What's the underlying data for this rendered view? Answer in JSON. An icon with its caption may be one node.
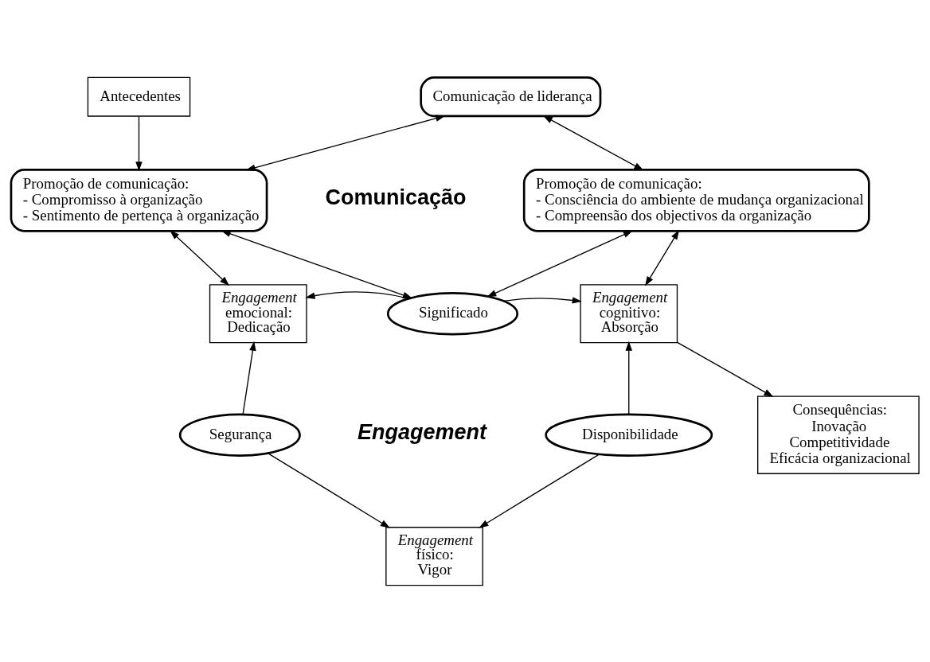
{
  "diagram": {
    "nodes": [
      {
        "text": [
          "Antecedentes"
        ]
      },
      {
        "text": [
          "Comunicação de liderança"
        ]
      },
      {
        "text": [
          "Promoção de comunicação:",
          "- Compromisso à organização",
          "- Sentimento de pertença à organização"
        ]
      },
      {
        "text": [
          "Promoção de comunicação:",
          "- Consciência do ambiente de mudança organizacional",
          "- Compreensão dos objectivos da organização"
        ]
      },
      {
        "text": [
          "*Engagement* emocional: Dedicação"
        ]
      },
      {
        "text": [
          "Significado"
        ]
      },
      {
        "text": [
          "*Engagement* cognitivo: Absorção"
        ]
      },
      {
        "text": [
          "Consequências:",
          "Inovação",
          "Competitividade",
          "Eficácia organizacional"
        ]
      },
      {
        "text": [
          "Segurança"
        ]
      },
      {
        "text": [
          "Disponibilidade"
        ]
      },
      {
        "text": [
          "*Engagement* físico: Vigor"
        ]
      }
    ],
    "edges": [
      {
        "from": 0,
        "to": 2,
        "arrow": "to"
      },
      {
        "from": 2,
        "to": 1,
        "arrow": "both"
      },
      {
        "from": 1,
        "to": 3,
        "arrow": "both"
      },
      {
        "from": 2,
        "to": 4,
        "arrow": "both"
      },
      {
        "from": 2,
        "to": 5,
        "arrow": "both"
      },
      {
        "from": 3,
        "to": 5,
        "arrow": "both"
      },
      {
        "from": 3,
        "to": 6,
        "arrow": "both"
      },
      {
        "from": 5,
        "to": 4,
        "arrow": "to"
      },
      {
        "from": 5,
        "to": 6,
        "arrow": "to"
      },
      {
        "from": 6,
        "to": 7,
        "arrow": "to"
      },
      {
        "from": 8,
        "to": 4,
        "arrow": "to"
      },
      {
        "from": 9,
        "to": 6,
        "arrow": "to"
      },
      {
        "from": 8,
        "to": 10,
        "arrow": "to"
      },
      {
        "from": 9,
        "to": 10,
        "arrow": "to"
      }
    ],
    "labels": [
      "Comunicação",
      "Engagement"
    ]
  }
}
